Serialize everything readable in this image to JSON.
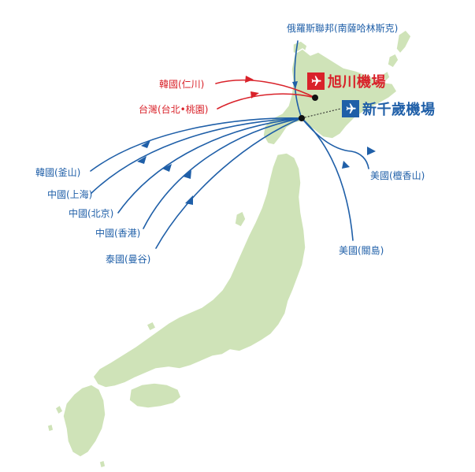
{
  "airports": {
    "asahikawa": {
      "name": "旭川機場",
      "color": "#d9222a",
      "icon": "airplane-icon"
    },
    "new_chitose": {
      "name": "新千歲機場",
      "color": "#1f5fa8",
      "icon": "airplane-icon"
    }
  },
  "routes": {
    "sakhalin": "俄羅斯聯邦(南薩哈林斯克)",
    "korea_incheon": "韓國(仁川)",
    "taiwan_taoyuan": "台灣(台北•桃園)",
    "korea_busan": "韓國(釜山)",
    "china_shanghai": "中國(上海)",
    "china_beijing": "中國(北京)",
    "china_hongkong": "中國(香港)",
    "thailand_bangkok": "泰國(曼谷)",
    "us_honolulu": "美國(檀香山)",
    "us_guam": "美國(關島)"
  },
  "colors": {
    "land": "#cfe3b8",
    "land_stroke": "#ffffff",
    "route_blue": "#1f5fa8",
    "route_red": "#d9222a"
  }
}
